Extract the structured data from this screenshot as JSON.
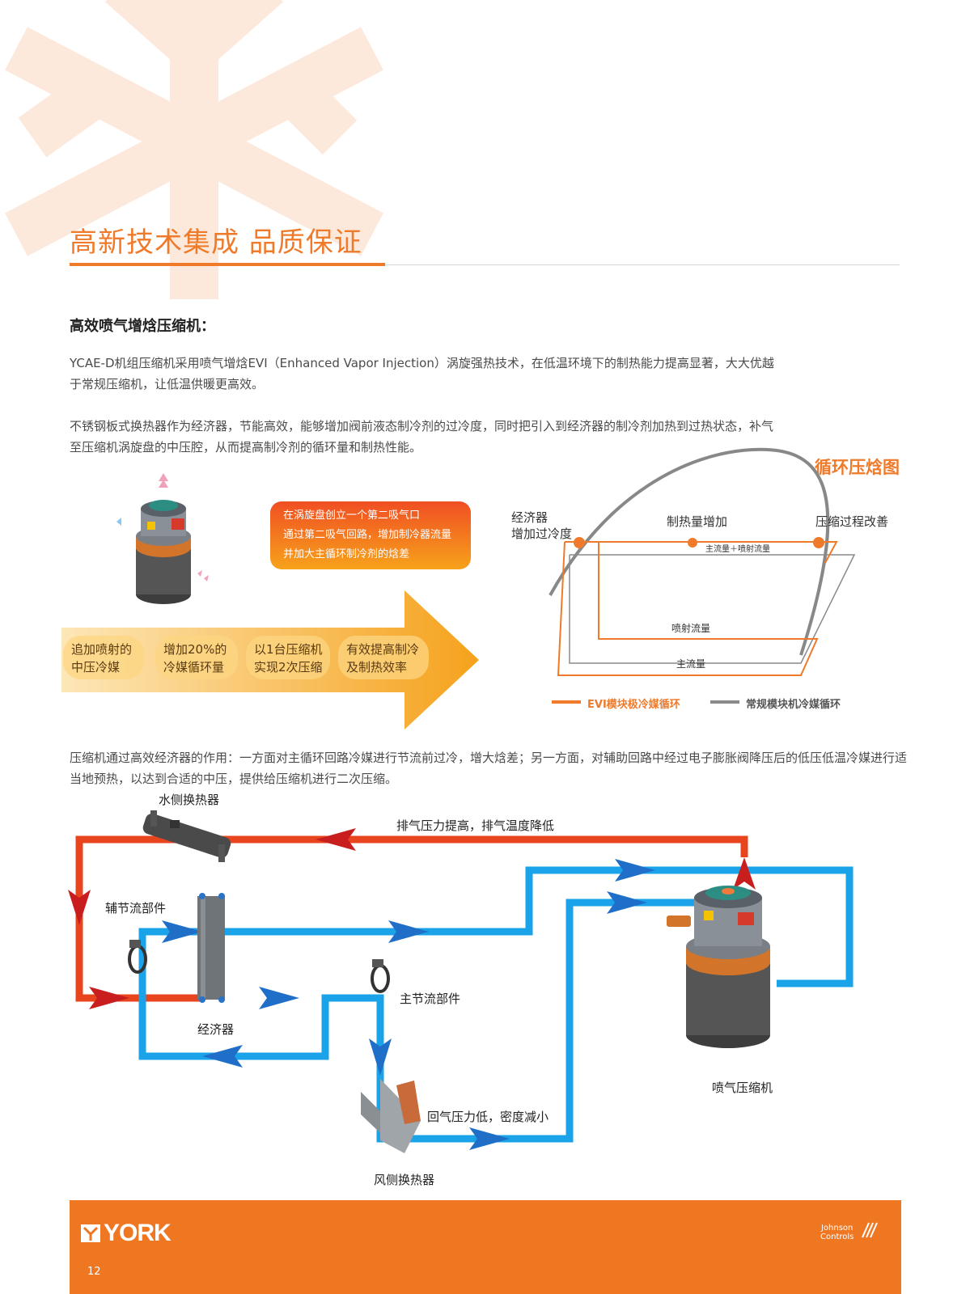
{
  "page": {
    "title": "高新技术集成  品质保证",
    "subheading": "高效喷气增焓压缩机：",
    "para1": "YCAE-D机组压缩机采用喷气增焓EVI（Enhanced Vapor Injection）涡旋强热技术，在低温环境下的制热能力提高显著，大大优越于常规压缩机，让低温供暖更高效。",
    "para2": "不锈钢板式换热器作为经济器，节能高效，能够增加阀前液态制冷剂的过冷度，同时把引入到经济器的制冷剂加热到过热状态，补气至压缩机涡旋盘的中压腔，从而提高制冷剂的循环量和制热性能。",
    "para3": "压缩机通过高效经济器的作用：一方面对主循环回路冷媒进行节流前过冷，增大焓差；另一方面，对辅助回路中经过电子膨胀阀降压后的低压低温冷媒进行适当地预热，以达到合适的中压，提供给压缩机进行二次压缩。"
  },
  "callout": {
    "lines": [
      "在涡旋盘创立一个第二吸气口",
      "通过第二吸气回路，增加制冷器流量",
      "并加大主循环制冷剂的焓差"
    ]
  },
  "benefits": [
    {
      "l1": "追加喷射的",
      "l2": "中压冷媒"
    },
    {
      "l1": "增加20%的",
      "l2": "冷媒循环量"
    },
    {
      "l1": "以1台压缩机",
      "l2": "实现2次压缩"
    },
    {
      "l1": "有效提高制冷",
      "l2": "及制热效率"
    }
  ],
  "ph_diagram": {
    "title": "循环压焓图",
    "label_economizer_1": "经济器",
    "label_economizer_2": "增加过冷度",
    "label_heating": "制热量增加",
    "label_compression": "压缩过程改善",
    "label_main_plus_inj": "主流量＋喷射流量",
    "label_injection": "喷射流量",
    "label_main": "主流量",
    "legend_evi": "EVI模块极冷媒循环",
    "legend_normal": "常规模块机冷媒循环",
    "colors": {
      "evi": "#ef7a2a",
      "normal": "#8a8a8a"
    }
  },
  "flow_diagram": {
    "water_hx": "水侧换热器",
    "discharge_note": "排气压力提高，排气温度降低",
    "aux_throttle": "辅节流部件",
    "economizer": "经济器",
    "main_throttle": "主节流部件",
    "compressor": "喷气压缩机",
    "return_note": "回气压力低，密度减小",
    "air_hx": "风侧换热器",
    "colors": {
      "hot": "#e8451e",
      "cold": "#1aa3e8",
      "arrow_hot": "#c81e1e",
      "arrow_cold": "#1f6fc9"
    }
  },
  "footer": {
    "brand": "YORK",
    "page_number": "12",
    "partner_1": "Johnson",
    "partner_2": "Controls"
  }
}
